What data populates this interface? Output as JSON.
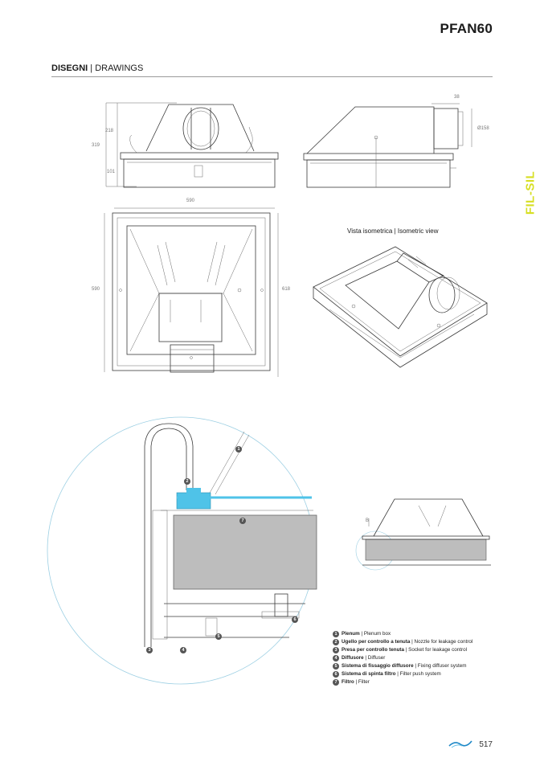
{
  "header": {
    "product": "PFAN60"
  },
  "section": {
    "title_it": "DISEGNI",
    "separator": " | ",
    "title_en": "DRAWINGS"
  },
  "side_tab": {
    "label": "FIL-SIL",
    "color": "#d7df23"
  },
  "dimensions": {
    "front_height_top": "218",
    "front_height_total": "319",
    "front_height_base": "101",
    "side_width_socket": "38",
    "side_diameter": "Ø158",
    "plan_width": "590",
    "plan_height": "590",
    "plan_outer": "618",
    "detail_mark": "B"
  },
  "iso": {
    "label_it": "Vista isometrica",
    "separator": " | ",
    "label_en": "Isometric view"
  },
  "legend": [
    {
      "num": "1",
      "it": "Plenum",
      "en": "Plenum box"
    },
    {
      "num": "2",
      "it": "Ugello per controllo a tenuta",
      "en": "Nozzle for leakage control"
    },
    {
      "num": "3",
      "it": "Presa per controllo tenuta",
      "en": "Socket for leakage control"
    },
    {
      "num": "4",
      "it": "Diffusore",
      "en": "Diffuser"
    },
    {
      "num": "5",
      "it": "Sistema di fissaggio diffusore",
      "en": "Fixing diffuser system"
    },
    {
      "num": "6",
      "it": "Sistema di spinta filtro",
      "en": "Filter push system"
    },
    {
      "num": "7",
      "it": "Filtro",
      "en": "Filter"
    }
  ],
  "callouts": [
    "1",
    "2",
    "3",
    "4",
    "5",
    "6",
    "7"
  ],
  "footer": {
    "page": "517"
  },
  "colors": {
    "accent": "#4fc3e8",
    "filter": "#bdbdbd"
  }
}
